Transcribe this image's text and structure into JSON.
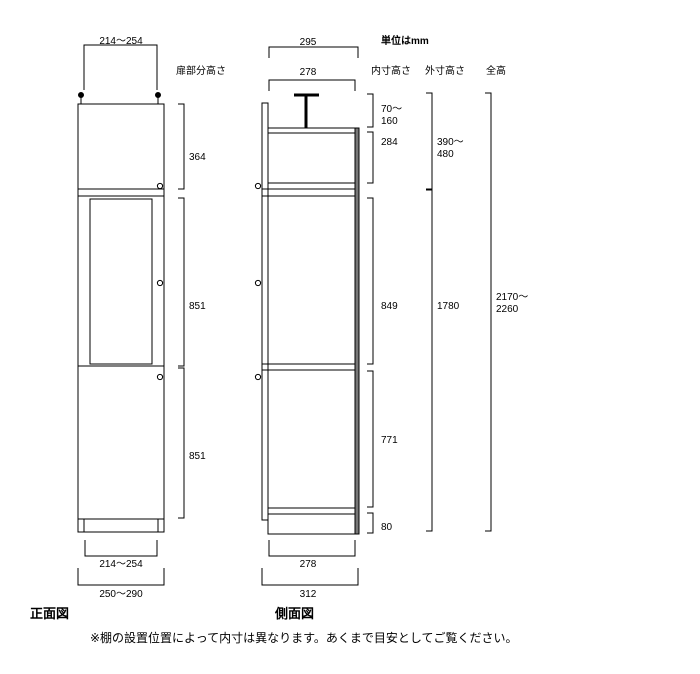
{
  "unit_label": "単位はmm",
  "front_view": {
    "caption": "正面図",
    "top_width": "214〜254",
    "door_heights_header": "扉部分高さ",
    "door_heights": [
      "364",
      "851",
      "851"
    ],
    "inner_width": "214〜254",
    "outer_width": "250〜290"
  },
  "side_view": {
    "caption": "側面図",
    "top_depth": "295",
    "inner_depth_top": "278",
    "inner_heights_header": "内寸高さ",
    "inner_heights": [
      "70〜\n160",
      "284",
      "849",
      "771",
      "80"
    ],
    "outer_heights_header": "外寸高さ",
    "outer_heights": [
      "390〜\n480",
      "1780"
    ],
    "total_height_header": "全高",
    "total_height": "2170〜\n2260",
    "inner_depth_bottom": "278",
    "outer_depth": "312"
  },
  "note": "※棚の設置位置によって内寸は異なります。あくまで目安としてご覧ください。"
}
